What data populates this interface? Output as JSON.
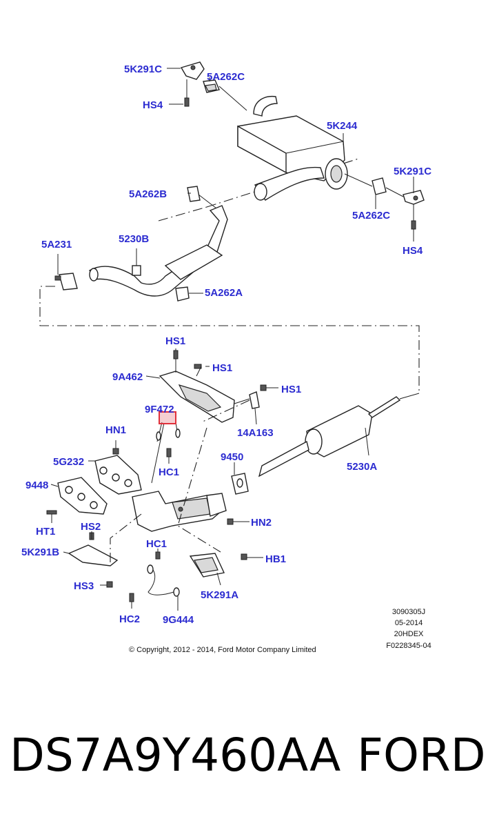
{
  "labels": {
    "5K291C_top": "5K291C",
    "5A262C_top": "5A262C",
    "HS4_top": "HS4",
    "5K244": "5K244",
    "5K291C_right": "5K291C",
    "5A262B": "5A262B",
    "5A262C_right": "5A262C",
    "HS4_right": "HS4",
    "5A231": "5A231",
    "5230B": "5230B",
    "5A262A": "5A262A",
    "HS1_a": "HS1",
    "HS1_b": "HS1",
    "9A462": "9A462",
    "HS1_c": "HS1",
    "9F472": "9F472",
    "14A163": "14A163",
    "HN1": "HN1",
    "9450": "9450",
    "5G232": "5G232",
    "HC1_a": "HC1",
    "5230A": "5230A",
    "9448": "9448",
    "HN2": "HN2",
    "HT1": "HT1",
    "HS2": "HS2",
    "HC1_b": "HC1",
    "5K291B": "5K291B",
    "HB1": "HB1",
    "HS3": "HS3",
    "5K291A": "5K291A",
    "HC2": "HC2",
    "9G444": "9G444"
  },
  "meta": [
    "3090305J",
    "05-2014",
    "20HDEX",
    "F0228345-04"
  ],
  "copyright": "© Copyright, 2012 - 2014, Ford Motor Company Limited",
  "footer": {
    "part_number": "DS7A9Y460AA",
    "brand": "FORD"
  },
  "colors": {
    "label": "#2b2bd0",
    "highlight": "#e0303a"
  }
}
